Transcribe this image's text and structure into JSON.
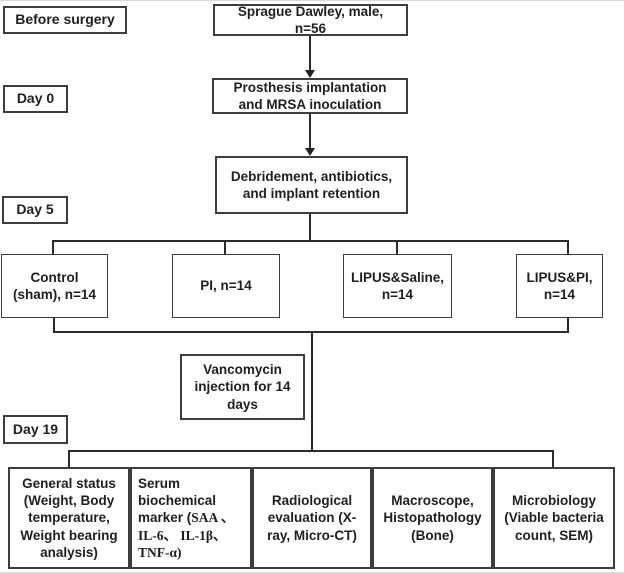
{
  "timeline": [
    {
      "label": "Before surgery"
    },
    {
      "label": "Day 0"
    },
    {
      "label": "Day 5"
    },
    {
      "label": "Day 19"
    }
  ],
  "main_flow": {
    "cohort": "Sprague Dawley, male, n=56",
    "implantation": "Prosthesis implantation and MRSA inoculation",
    "debridement": "Debridement, antibiotics, and implant retention",
    "vancomycin": "Vancomycin injection for 14 days"
  },
  "groups": [
    {
      "label": "Control (sham), n=14"
    },
    {
      "label": "PI, n=14"
    },
    {
      "label": "LIPUS&Saline, n=14"
    },
    {
      "label": "LIPUS&PI, n=14"
    }
  ],
  "outcomes": [
    {
      "label": "General status (Weight, Body temperature, Weight bearing analysis)"
    },
    {
      "label_sans": "Serum biochemical marker (",
      "label_serif": "SAA 、 IL-6、 IL-1β、 TNF-α)"
    },
    {
      "label": "Radiological evaluation (X-ray, Micro-CT)"
    },
    {
      "label": "Macroscope, Histopathology (Bone)"
    },
    {
      "label": "Microbiology (Viable bacteria count, SEM)"
    }
  ],
  "colors": {
    "line": "#2b2b2b",
    "border": "#3d3d3d",
    "text": "#1f1f1f",
    "background": "#ffffff"
  }
}
